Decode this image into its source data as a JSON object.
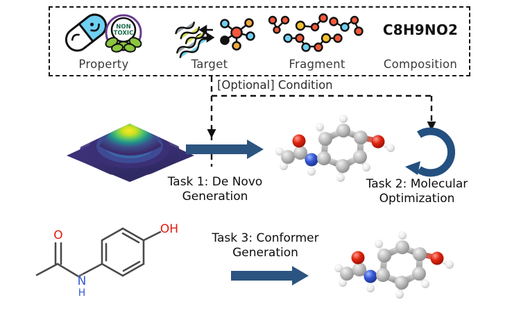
{
  "figure": {
    "title": "Molecule generation tasks overview",
    "accent_arrow_color": "#2c5480",
    "loop_arrow_color": "#235080",
    "dash_color": "#111111"
  },
  "condition_box": {
    "optional_label": "[Optional] Condition",
    "cells": [
      {
        "label": "Property",
        "icon": "pill-nontoxic-icon"
      },
      {
        "label": "Target",
        "icon": "protein-molecule-binding-icon"
      },
      {
        "label": "Fragment",
        "icon": "molecular-fragments-icon"
      },
      {
        "label": "Composition",
        "icon": "chemical-formula-text",
        "formula": "C8H9NO2"
      }
    ]
  },
  "tasks": [
    {
      "id": "task1",
      "line1": "Task 1: De Novo",
      "line2": "Generation"
    },
    {
      "id": "task2",
      "line1": "Task 2: Molecular",
      "line2": "Optimization"
    },
    {
      "id": "task3",
      "line1": "Task 3: Conformer",
      "line2": "Generation"
    }
  ],
  "artwork": {
    "gaussian_surface": "3d-gaussian-distribution-surface",
    "molecule_3d_top": "paracetamol-3d-ball-and-stick",
    "molecule_3d_bottom": "paracetamol-3d-ball-and-stick",
    "molecule_2d": "paracetamol-2d-skeletal-structure",
    "loop_arrow": "circular-refresh-arrow",
    "arrow_1": "right-arrow",
    "arrow_3": "right-arrow"
  },
  "molecule_2d_labels": {
    "oxygen": "O",
    "hydroxyl": "OH",
    "nitrogen": "N",
    "hydrogen": "H"
  },
  "colors": {
    "carbon": "#b9b9b9",
    "oxygen": "#e01b10",
    "nitrogen": "#3457d5",
    "hydrogen": "#f2f2f2",
    "fragment_red": "#f2593b",
    "fragment_yellow": "#f2c12e",
    "fragment_blue": "#62c4e8",
    "leaf_green": "#8cc63f",
    "pill_blue": "#6fd0f2"
  }
}
